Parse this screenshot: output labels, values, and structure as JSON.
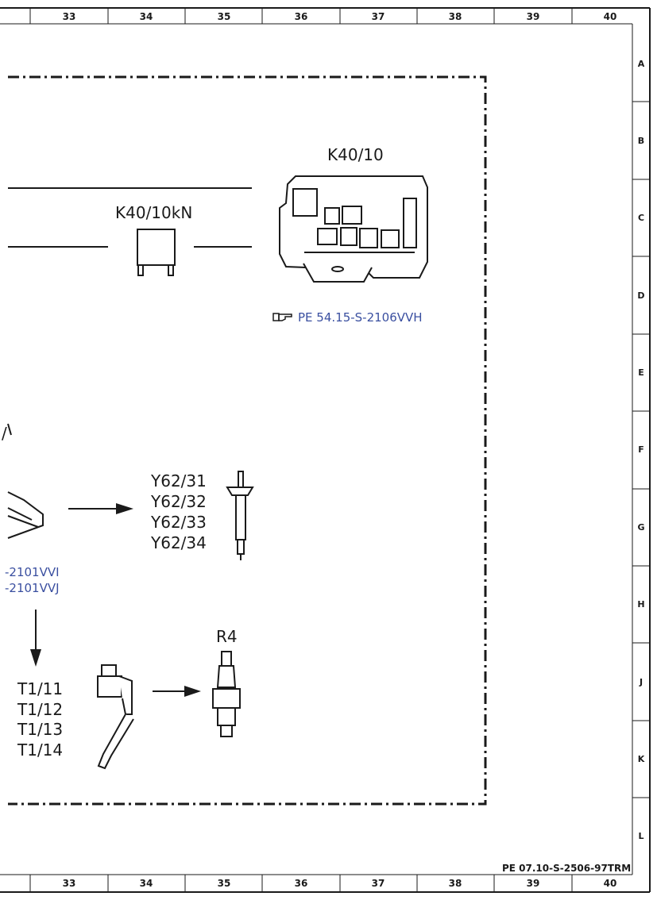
{
  "grid": {
    "columns": [
      "33",
      "34",
      "35",
      "36",
      "37",
      "38",
      "39",
      "40"
    ],
    "rows": [
      "A",
      "B",
      "C",
      "D",
      "E",
      "F",
      "G",
      "H",
      "J",
      "K",
      "L"
    ]
  },
  "components": {
    "k40_10": {
      "label": "K40/10"
    },
    "k40_10kn": {
      "label": "K40/10kN"
    },
    "y62": {
      "labels": [
        "Y62/31",
        "Y62/32",
        "Y62/33",
        "Y62/34"
      ]
    },
    "r4": {
      "label": "R4"
    },
    "t1": {
      "labels": [
        "T1/11",
        "T1/12",
        "T1/13",
        "T1/14"
      ]
    }
  },
  "references": {
    "pe_54": "PE 54.15-S-2106VVH",
    "partial_1": "-2101VVI",
    "partial_2": "-2101VVJ",
    "partial_top": "/"
  },
  "document_ref": "PE 07.10-S-2506-97TRM",
  "icons": {
    "ref_pointer": "pointing-hand-icon"
  },
  "colors": {
    "link": "#3a4fa0",
    "line": "#1a1a1a"
  }
}
